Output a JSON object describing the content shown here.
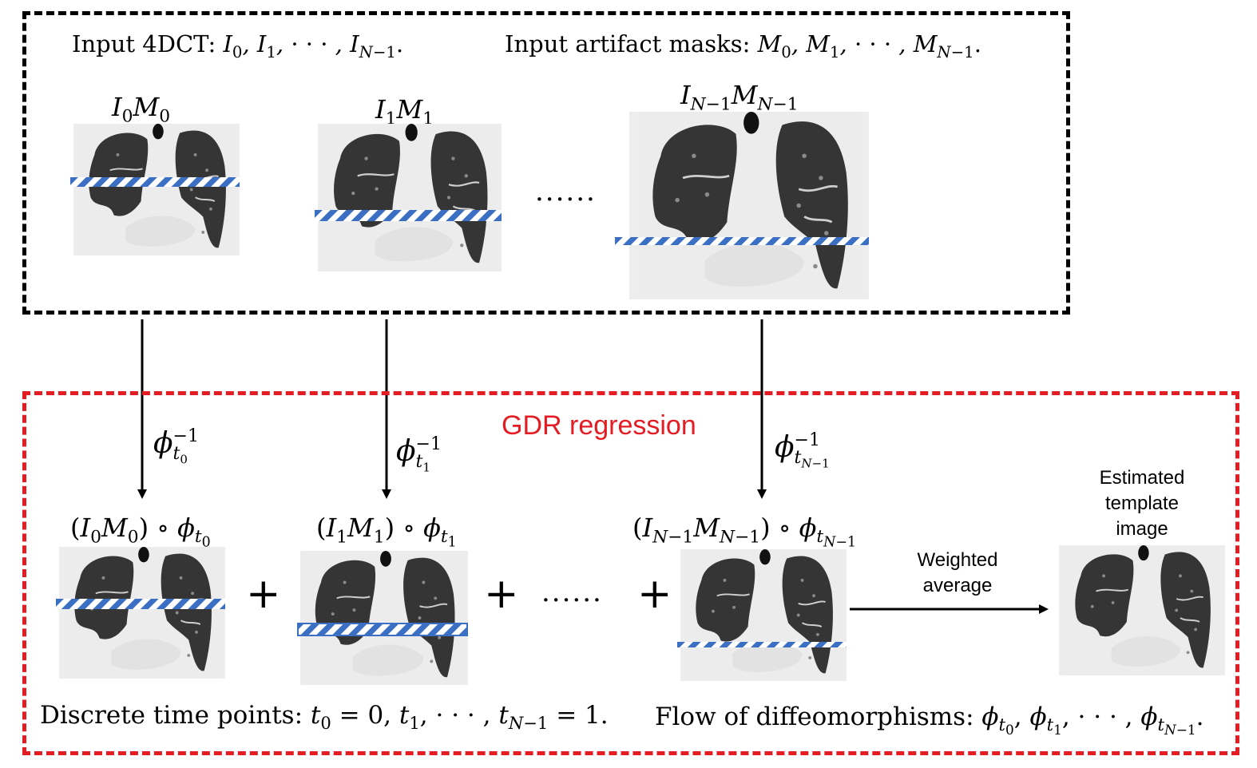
{
  "input_box": {
    "title_4dct": "Input 4DCT:",
    "title_masks": "Input artifact masks:",
    "frames": [
      {
        "label": "I0M0"
      },
      {
        "label": "I1M1"
      },
      {
        "label": "IN-1MN-1"
      }
    ],
    "ellipsis": "......"
  },
  "regression_box": {
    "title": "GDR regression",
    "arrows": [
      {
        "label": "phi_t0^-1"
      },
      {
        "label": "phi_t1^-1"
      },
      {
        "label": "phi_tN-1^-1"
      }
    ],
    "warped": [
      {
        "label": "(I0M0) o phi_t0"
      },
      {
        "label": "(I1M1) o phi_t1"
      },
      {
        "label": "(IN-1MN-1) o phi_tN-1"
      }
    ],
    "plus_sign": "+",
    "ellipsis": "......",
    "weighted_label_1": "Weighted",
    "weighted_label_2": "average",
    "template_label_1": "Estimated",
    "template_label_2": "template",
    "template_label_3": "image",
    "caption_time": "Discrete time points:",
    "caption_flow": "Flow of diffeomorphisms:"
  },
  "colors": {
    "input_border": "#000000",
    "regression_border": "#e41c23",
    "title_red": "#e41c23",
    "mask_blue": "#3a6fc4"
  }
}
